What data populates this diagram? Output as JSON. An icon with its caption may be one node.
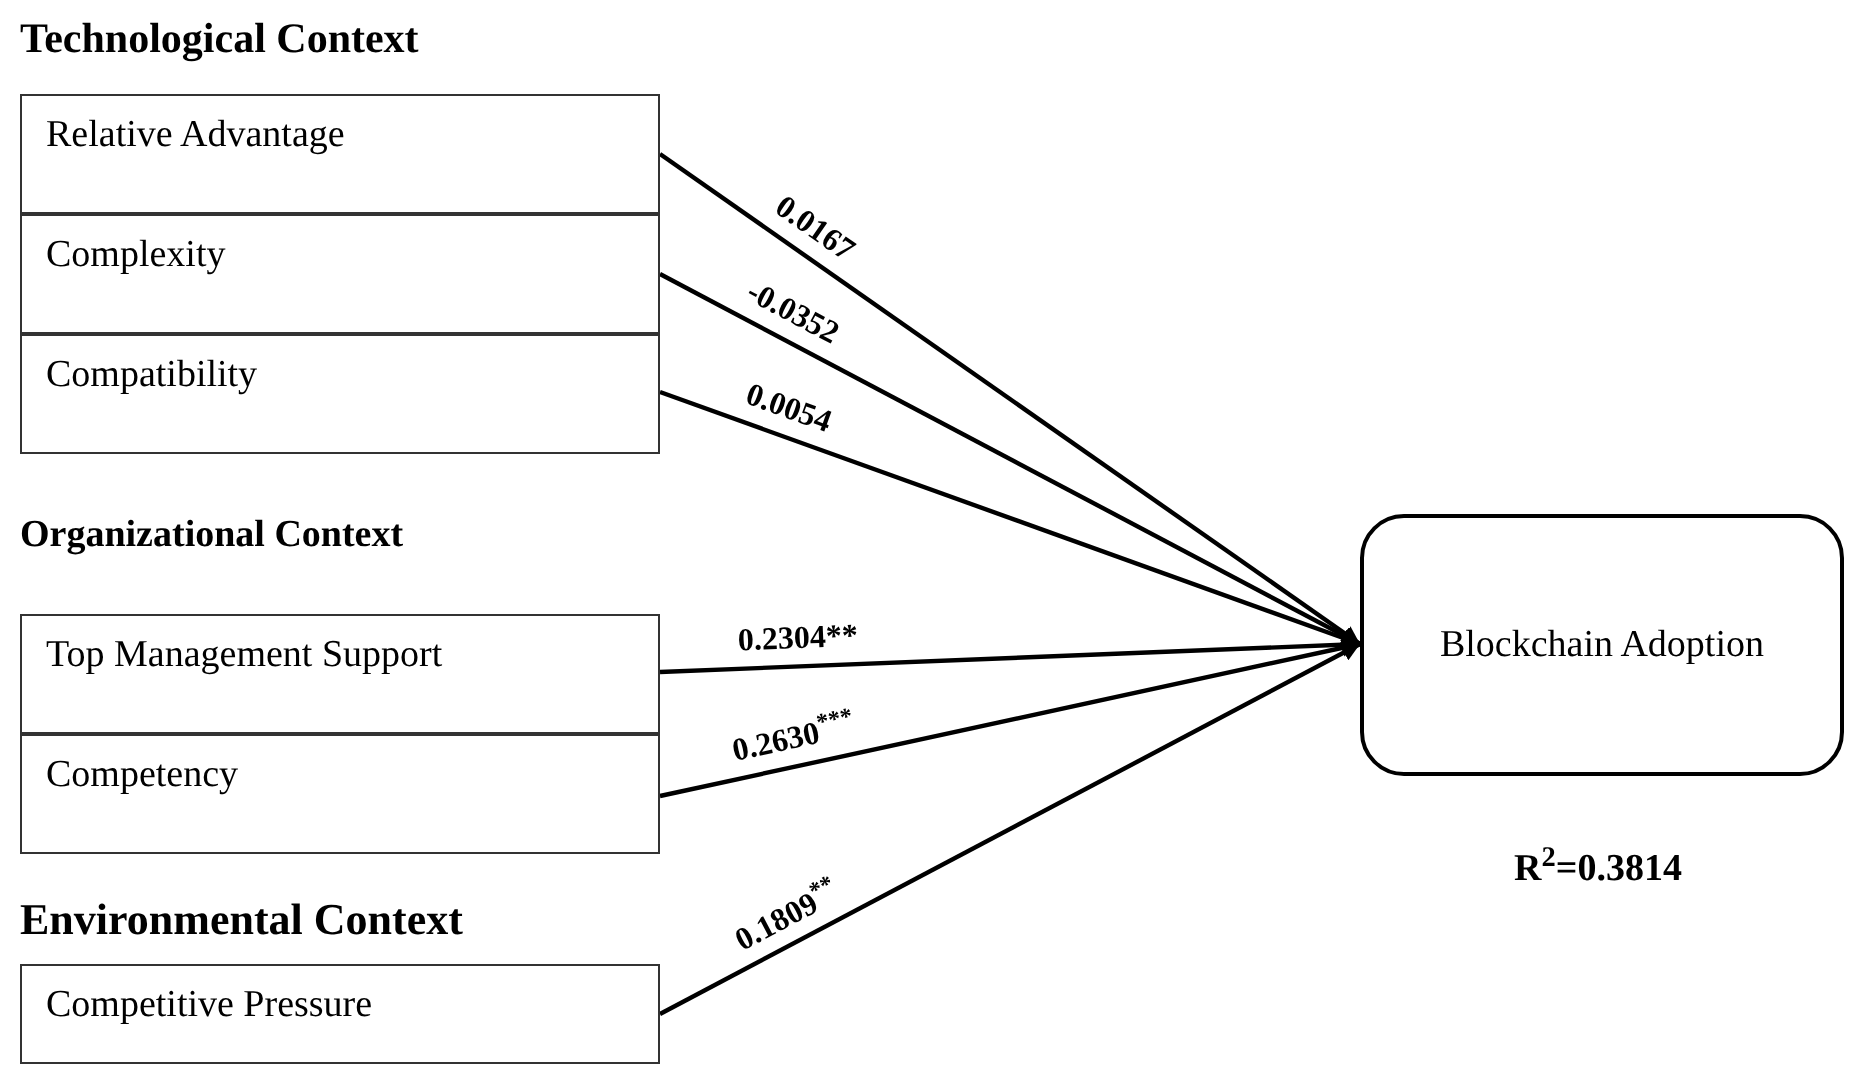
{
  "diagram": {
    "nodes": [
      {
        "text": [
          "Relative Advantage"
        ]
      },
      {
        "text": [
          "Complexity"
        ]
      },
      {
        "text": [
          "Compatibility"
        ]
      },
      {
        "text": [
          "Top Management Support"
        ]
      },
      {
        "text": [
          "Competency"
        ]
      },
      {
        "text": [
          "Competitive Pressure"
        ]
      },
      {
        "text": [
          "Blockchain Adoption"
        ],
        "beside": [
          "R$^{2}$=0.3814"
        ]
      }
    ],
    "edges": [
      {
        "from": 0,
        "to": 6,
        "arrow": "to",
        "label": "0.0167"
      },
      {
        "from": 1,
        "to": 6,
        "arrow": "to",
        "label": "-0.0352"
      },
      {
        "from": 2,
        "to": 6,
        "arrow": "to",
        "label": "0.0054"
      },
      {
        "from": 3,
        "to": 6,
        "arrow": "to",
        "label": "0.2304**"
      },
      {
        "from": 4,
        "to": 6,
        "arrow": "to",
        "label": "0.2630$^{***}$"
      },
      {
        "from": 5,
        "to": 6,
        "arrow": "to",
        "label": "0.1809$^{**}$"
      }
    ],
    "labels": [
      "Technological Context",
      "Organizational Context",
      "Environmental Context"
    ]
  }
}
